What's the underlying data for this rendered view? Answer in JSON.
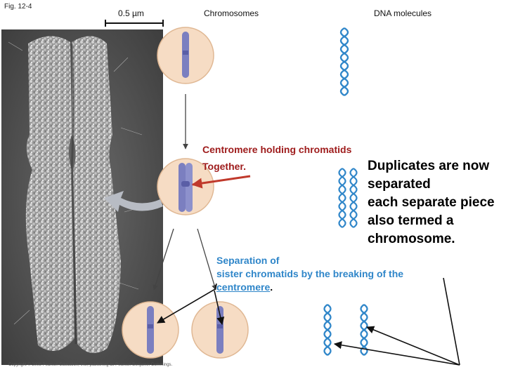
{
  "figure_label": "Fig. 12-4",
  "scale_bar_label": "0.5 µm",
  "headers": {
    "chromosomes": "Chromosomes",
    "dna_molecules": "DNA molecules"
  },
  "centromere_label": {
    "line1": "Centromere holding chromatids",
    "line2": "Together."
  },
  "duplicates_text": {
    "line1": "Duplicates are now",
    "line2": "separated",
    "line3": "each separate piece",
    "line4": "also termed a",
    "line5": "chromosome."
  },
  "separation_text": {
    "line1": "Separation of",
    "line2": "sister chromatids by the breaking of the",
    "line3_link": "centromere",
    "line3_end": "."
  },
  "copyright": "Copyright © 2008 Pearson Education, Inc., publishing as Pearson Benjamin Cummings.",
  "colors": {
    "cell_fill": "#f6dcc4",
    "cell_stroke": "#e0b894",
    "chromosome": "#7b7fc0",
    "dna_blue": "#2f86c9",
    "red_arrow": "#c0392b",
    "grey_arrow": "#b8bcc4"
  }
}
